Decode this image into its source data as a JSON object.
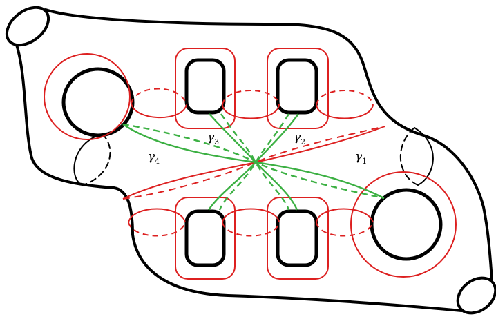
{
  "colors": {
    "outline": "#000000",
    "red_curves": "#dd2020",
    "green_curves": "#3cb043",
    "background": "#ffffff"
  },
  "labels": [
    {
      "id": "gamma1",
      "symbol": "γ",
      "subscript": "1"
    },
    {
      "id": "gamma2",
      "symbol": "γ",
      "subscript": "2"
    },
    {
      "id": "gamma3",
      "symbol": "γ",
      "subscript": "3"
    },
    {
      "id": "gamma4",
      "symbol": "γ",
      "subscript": "4"
    }
  ]
}
